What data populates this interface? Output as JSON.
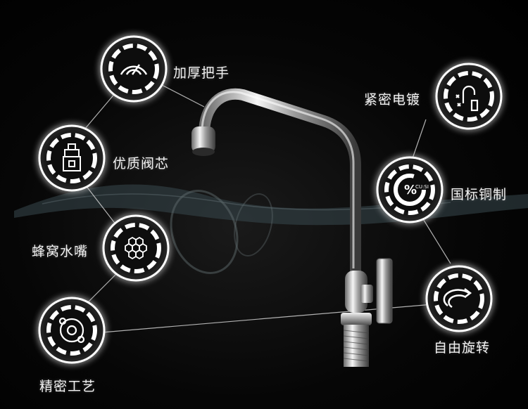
{
  "features": [
    {
      "label": "加厚把手",
      "icon": "arc-handle-icon"
    },
    {
      "label": "优质阀芯",
      "icon": "valve-cartridge-icon"
    },
    {
      "label": "蜂窝水嘴",
      "icon": "honeycomb-aerator-icon"
    },
    {
      "label": "精密工艺",
      "icon": "precision-valve-icon"
    },
    {
      "label": "紧密电镀",
      "icon": "sparkling-faucet-icon"
    },
    {
      "label": "国标铜制",
      "icon": "copper-percentage-icon"
    },
    {
      "label": "自由旋转",
      "icon": "rotation-arrow-icon"
    }
  ],
  "badge_text": "CU:SI",
  "badge_symbol": "%",
  "colors": {
    "background": "#000000",
    "ring": "#ffffff",
    "chrome": "#d8d8d8",
    "text": "#f2f2f2"
  }
}
